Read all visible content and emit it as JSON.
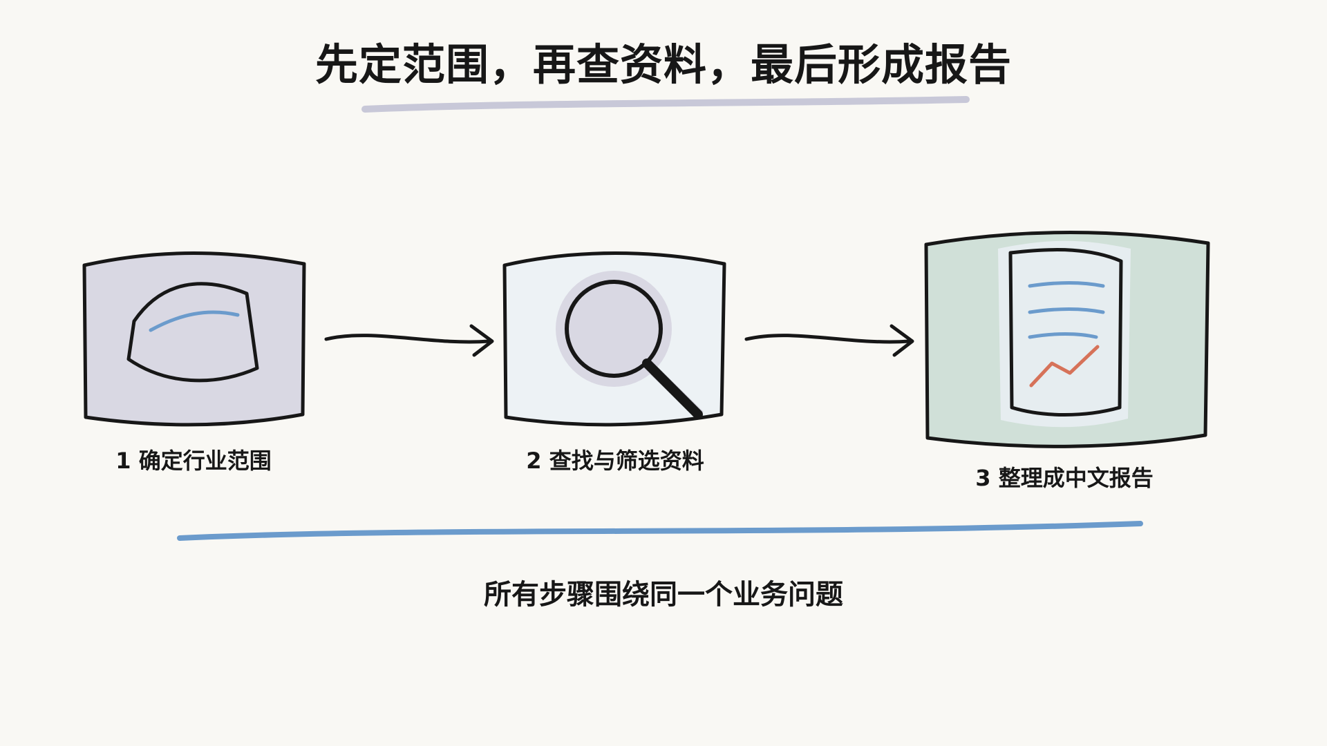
{
  "title": "先定范围，再查资料，最后形成报告",
  "steps": [
    {
      "number": "1",
      "label": "1 确定行业范围",
      "icon": "scope-boundary-icon"
    },
    {
      "number": "2",
      "label": "2 查找与筛选资料",
      "icon": "magnifying-glass-icon"
    },
    {
      "number": "3",
      "label": "3 整理成中文报告",
      "icon": "report-document-icon"
    }
  ],
  "footer": "所有步骤围绕同一个业务问题",
  "colors": {
    "background": "#f9f8f4",
    "ink": "#171717",
    "step1_fill": "#d9d8e3",
    "step2_fill": "#edf2f5",
    "step3_fill": "#d0e0d8",
    "accent_blue": "#6b9bcc",
    "accent_red": "#d67259",
    "title_underline": "#c8c8d8"
  }
}
